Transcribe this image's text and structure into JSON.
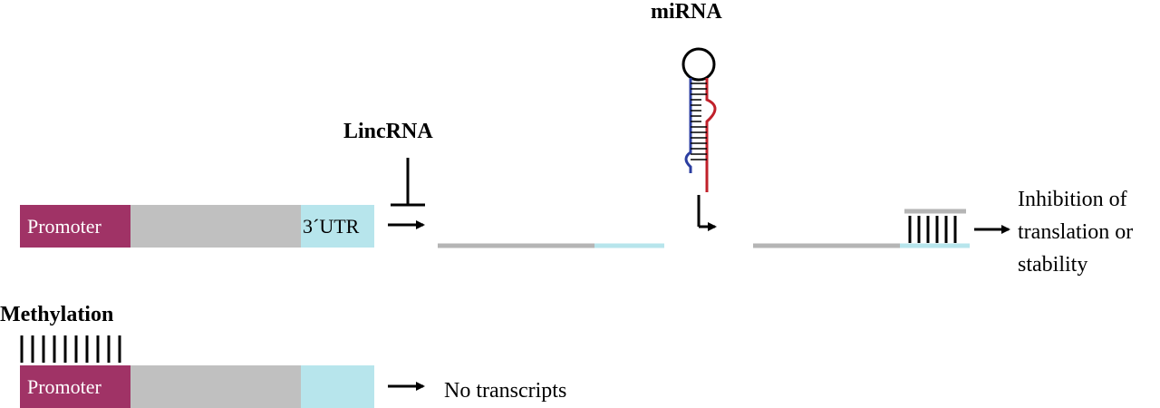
{
  "row1": {
    "promoter_label": "Promoter",
    "utr_label": "3´UTR",
    "lincrna_label": "LincRNA",
    "mirna_label": "miRNA",
    "outcome_lines": [
      "Inhibition of",
      "translation or",
      "stability"
    ]
  },
  "row2": {
    "methylation_label": "Methylation",
    "promoter_label": "Promoter",
    "outcome_label": "No transcripts"
  },
  "colors": {
    "promoter": "#a03366",
    "gene_body": "#c0c0c0",
    "utr": "#b7e5ec",
    "mirna_strand_blue": "#2b3ea0",
    "mirna_strand_red": "#c0202a",
    "mirna_loop": "#000000"
  }
}
